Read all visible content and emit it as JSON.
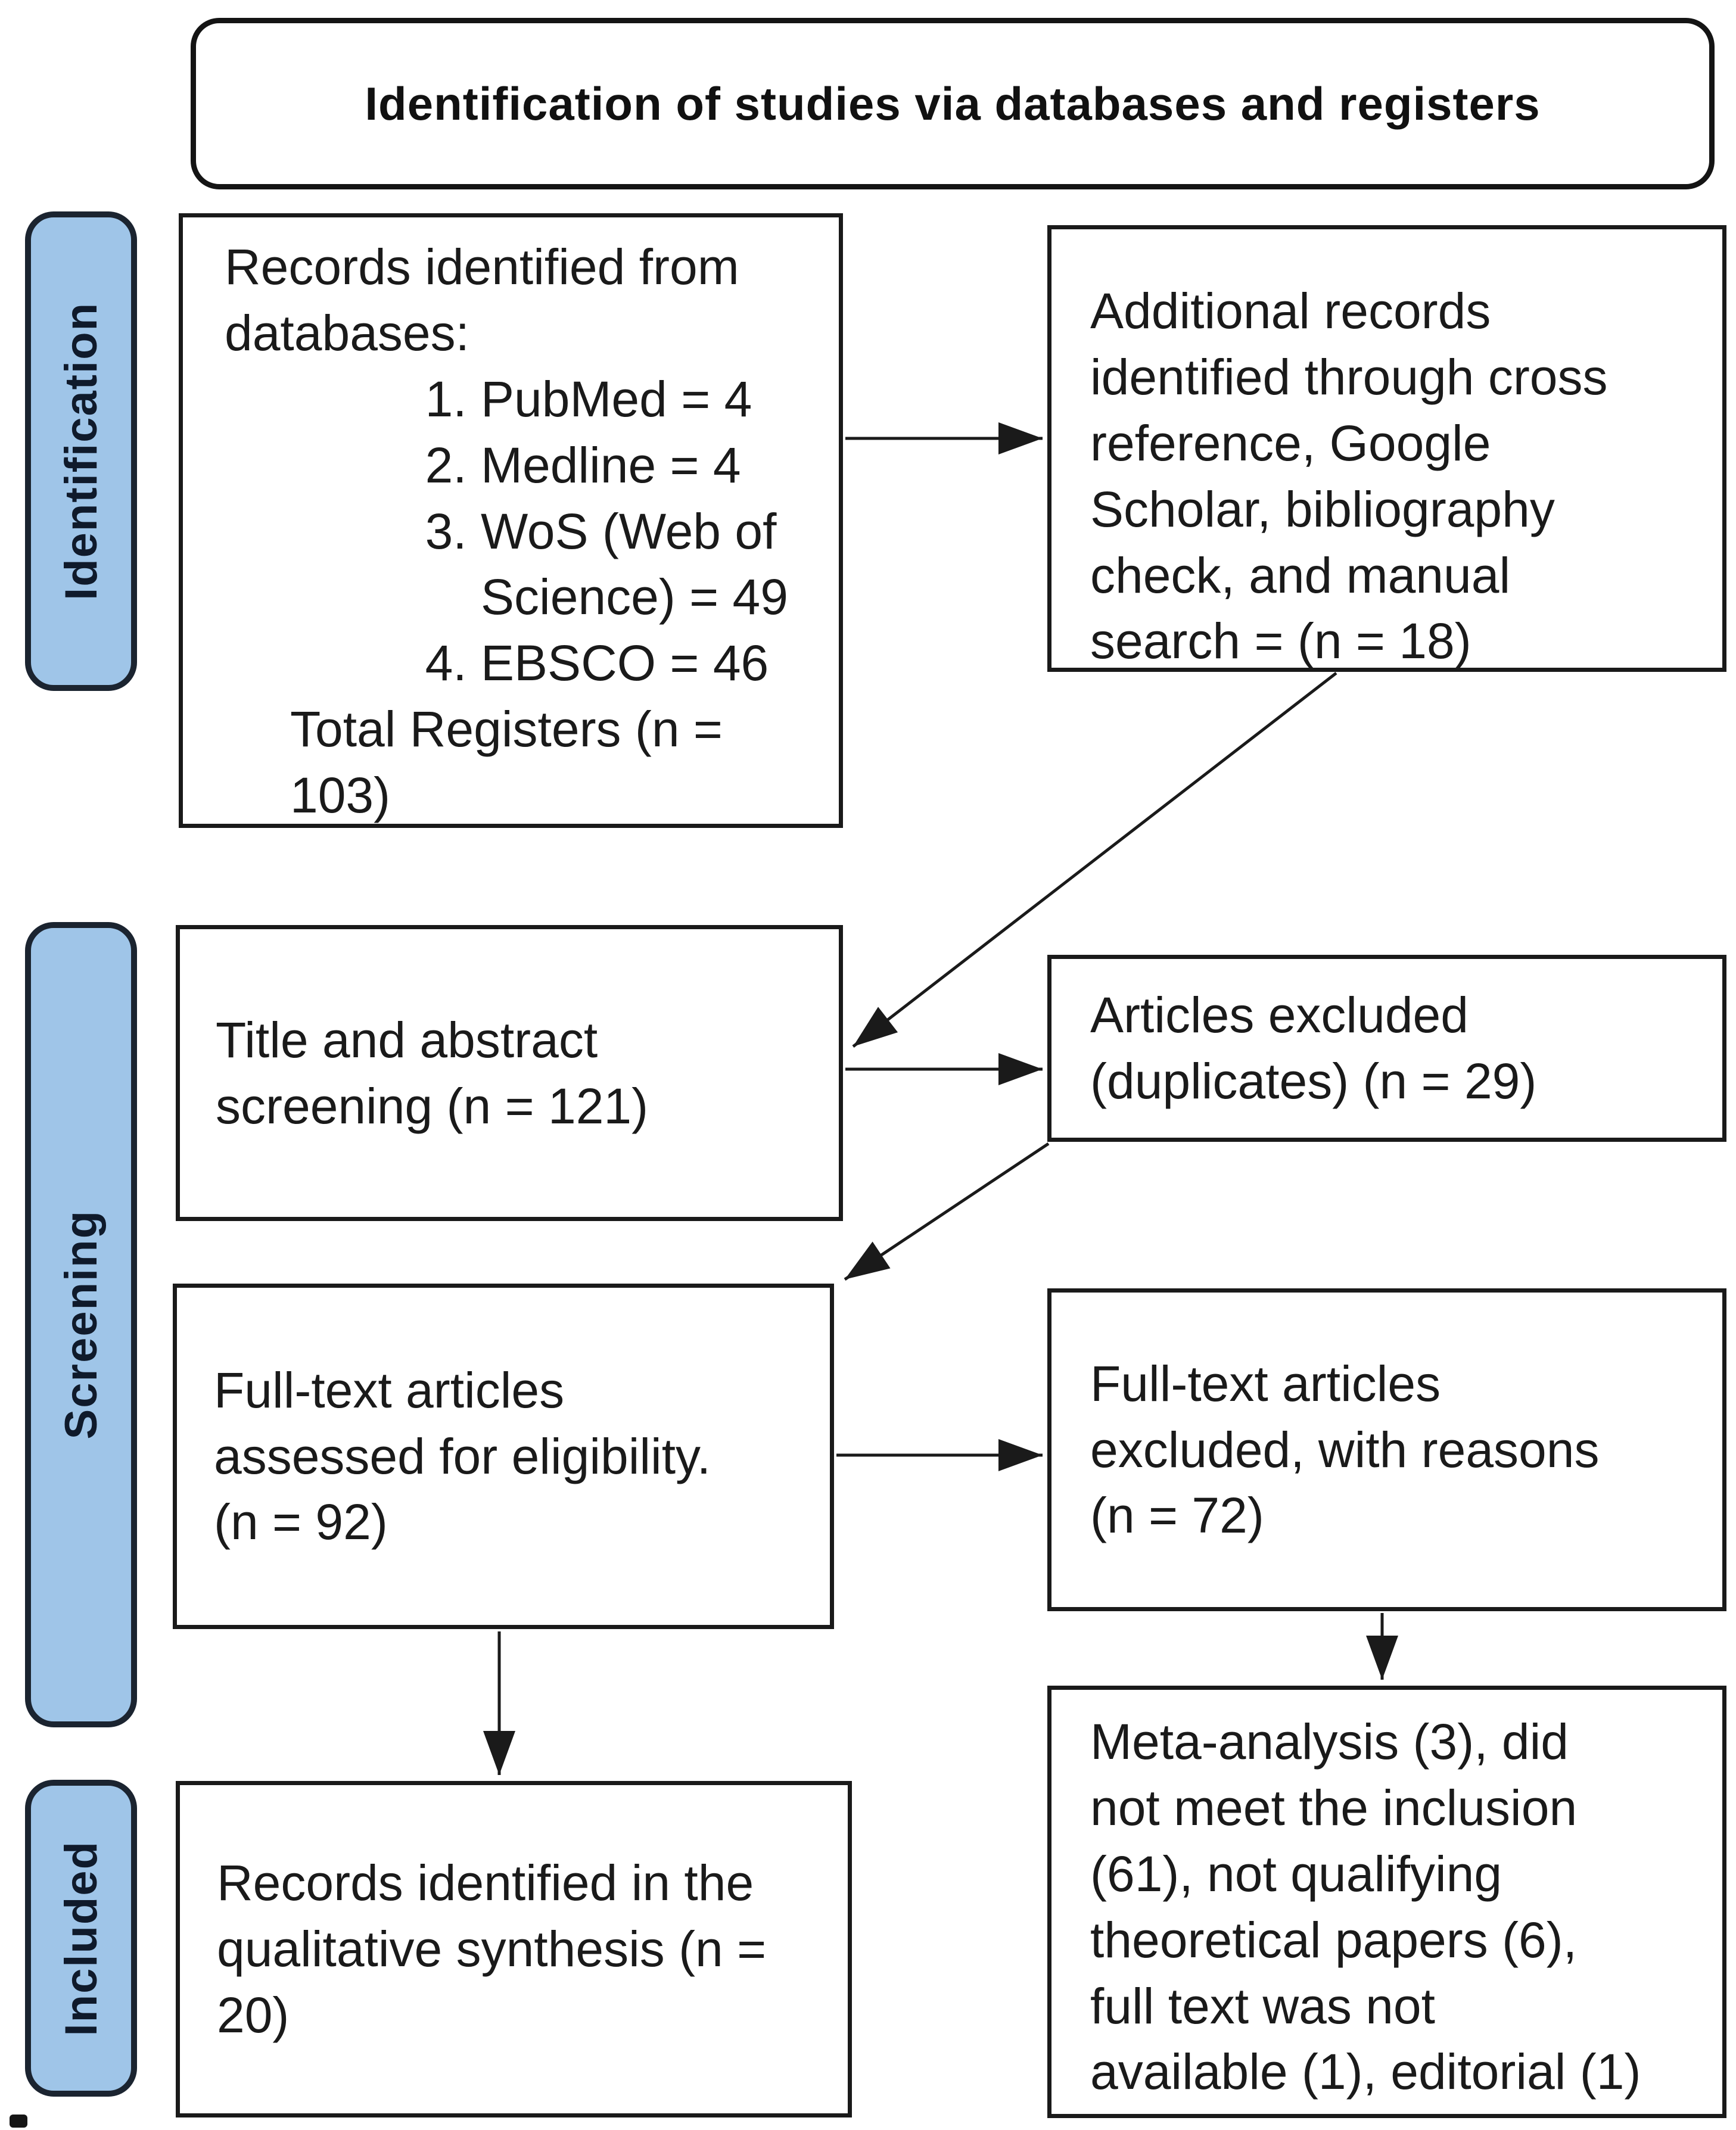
{
  "title": "Identification of studies via databases and registers",
  "stages": {
    "identification": "Identification",
    "screening": "Screening",
    "included": "Included"
  },
  "boxes": {
    "records": {
      "intro": "Records identified from\ndatabases:",
      "items": [
        "PubMed = 4",
        "Medline = 4",
        "WoS (Web of\nScience) = 49",
        "EBSCO = 46"
      ],
      "total": "Total Registers (n =\n103)"
    },
    "additional": {
      "text": "Additional records\nidentified through cross\nreference, Google\nScholar, bibliography\ncheck, and manual\nsearch = (n = 18)"
    },
    "title_abstract": {
      "text": "Title and abstract\nscreening (n = 121)"
    },
    "duplicates": {
      "text": "Articles excluded\n(duplicates) (n = 29)"
    },
    "fulltext": {
      "text": "Full-text articles\nassessed for eligibility.\n(n = 92)"
    },
    "excluded": {
      "text": "Full-text articles\nexcluded, with reasons\n(n = 72)"
    },
    "qualitative": {
      "text": "Records identified in the\nqualitative synthesis (n =\n20)"
    },
    "reasons": {
      "text": "Meta-analysis (3), did\nnot meet the inclusion\n(61), not qualifying\ntheoretical papers (6),\nfull text was not\navailable (1), editorial (1)"
    }
  },
  "counts": {
    "pubmed": 4,
    "medline": 4,
    "wos": 49,
    "ebsco": 46,
    "total_registers": 103,
    "additional_records": 18,
    "title_abstract_screening": 121,
    "duplicates_excluded": 29,
    "fulltext_assessed": 92,
    "fulltext_excluded": 72,
    "qualitative_synthesis": 20,
    "reason_meta_analysis": 3,
    "reason_not_meet_inclusion": 61,
    "reason_theoretical_papers": 6,
    "reason_no_fulltext": 1,
    "reason_editorial": 1
  },
  "colors": {
    "stage_fill": "#9fc5e8",
    "stage_border": "#1b2430",
    "stage_text": "#0f1a2b",
    "box_border": "#1a1a1a",
    "arrow": "#1a1a1a",
    "background": "#ffffff"
  }
}
